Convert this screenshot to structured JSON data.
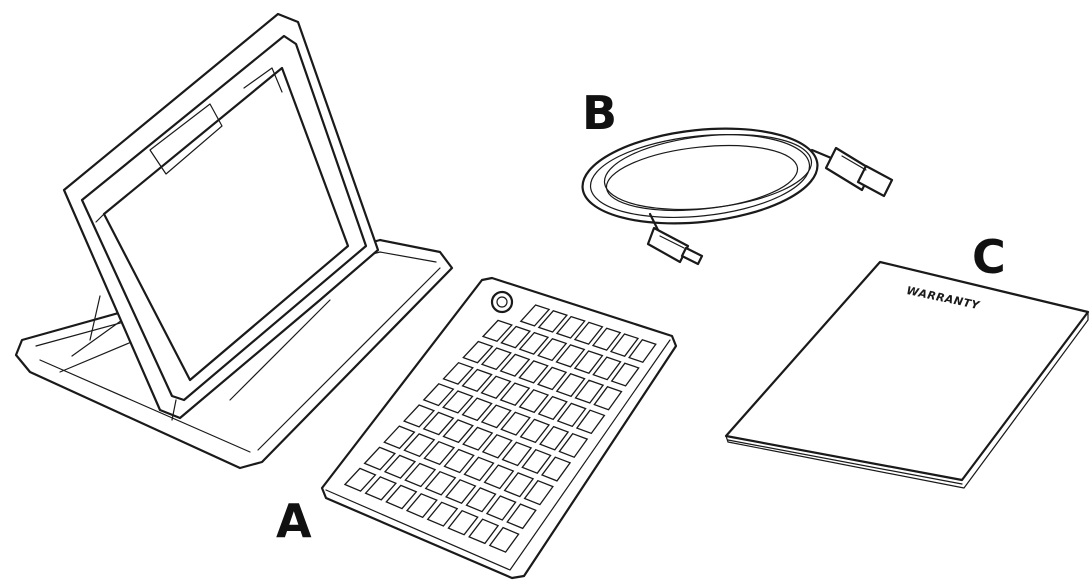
{
  "labels": {
    "case": "A",
    "cable": "B",
    "booklet": "C"
  },
  "booklet": {
    "title": "WARRANTY"
  },
  "colors": {
    "ink": "#1a1a1a",
    "background": "#ffffff"
  }
}
